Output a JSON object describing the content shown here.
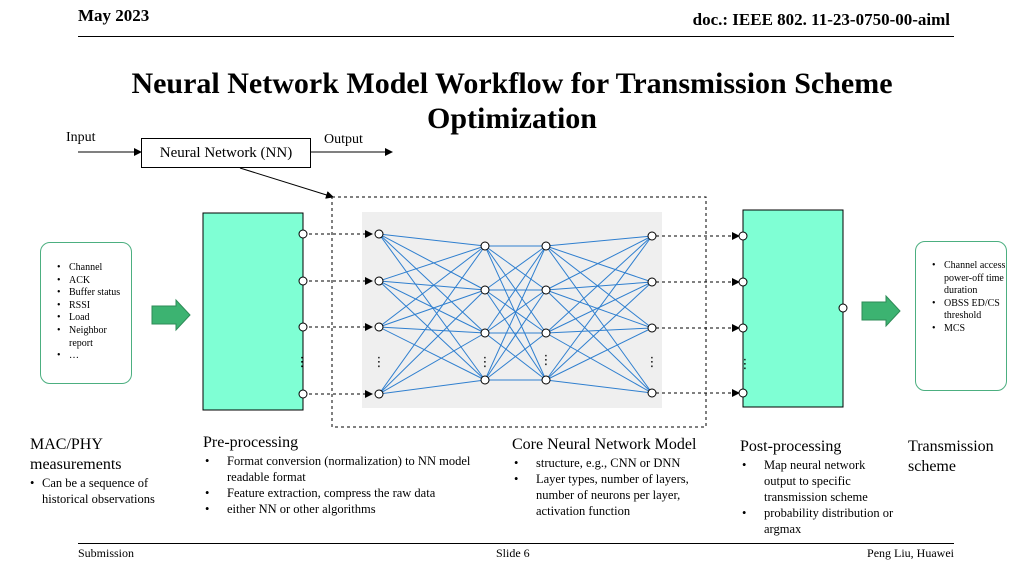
{
  "header": {
    "date": "May 2023",
    "doc_id": "doc.: IEEE 802. 11-23-0750-00-aiml"
  },
  "title": {
    "line1": "Neural Network Model Workflow for Transmission Scheme",
    "line2": "Optimization"
  },
  "legend": {
    "input_label": "Input",
    "box_label": "Neural Network (NN)",
    "output_label": "Output"
  },
  "measurements": {
    "items": [
      "Channel",
      "ACK",
      "Buffer status",
      "RSSI",
      "Load",
      "Neighbor report",
      "…"
    ]
  },
  "outputs": {
    "items": [
      "Channel access power-off time duration",
      "OBSS ED/CS threshold",
      "MCS"
    ]
  },
  "ellipsis": "⋮",
  "sections": {
    "mac": {
      "title_line1": "MAC/PHY",
      "title_line2": "measurements",
      "bullets": [
        "Can be a sequence of historical observations"
      ]
    },
    "pre": {
      "title": "Pre-processing",
      "bullets": [
        "Format conversion (normalization) to NN model readable format",
        "Feature extraction, compress the raw data",
        "either NN or other algorithms"
      ]
    },
    "core": {
      "title": "Core Neural Network Model",
      "bullets": [
        "structure, e.g., CNN or DNN",
        "Layer types, number of layers, number of neurons per layer, activation function"
      ]
    },
    "post": {
      "title": "Post-processing",
      "bullets": [
        "Map neural network output to specific transmission scheme",
        "probability distribution or argmax"
      ]
    },
    "tx": {
      "title_line1": "Transmission",
      "title_line2": "scheme"
    }
  },
  "footer": {
    "left": "Submission",
    "center": "Slide 6",
    "right": "Peng Liu, Huawei"
  },
  "colors": {
    "block_fill": "#7fffd4",
    "arrow_fill": "#3cb371",
    "edge": "#2f7fcf",
    "panel_bg": "#efefef"
  }
}
